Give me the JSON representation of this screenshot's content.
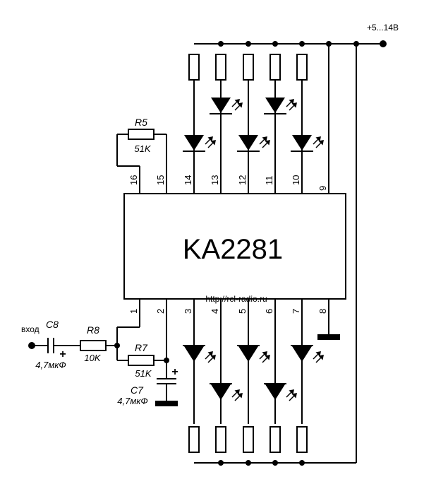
{
  "ic": {
    "name": "KA2281",
    "top_pins": [
      "16",
      "15",
      "14",
      "13",
      "12",
      "11",
      "10",
      "9"
    ],
    "bottom_pins": [
      "1",
      "2",
      "3",
      "4",
      "5",
      "6",
      "7",
      "8"
    ]
  },
  "website": "http://rcl-radio.ru",
  "supply_label": "+5...14B",
  "input_label": "вход",
  "components": {
    "r5": {
      "ref": "R5",
      "value": "51K"
    },
    "r7": {
      "ref": "R7",
      "value": "51K"
    },
    "r8": {
      "ref": "R8",
      "value": "10K"
    },
    "c7": {
      "ref": "C7",
      "value": "4,7мкФ",
      "polarity": "+"
    },
    "c8": {
      "ref": "C8",
      "value": "4,7мкФ",
      "polarity": "+"
    }
  },
  "colors": {
    "ink": "#000000",
    "background": "#ffffff"
  }
}
